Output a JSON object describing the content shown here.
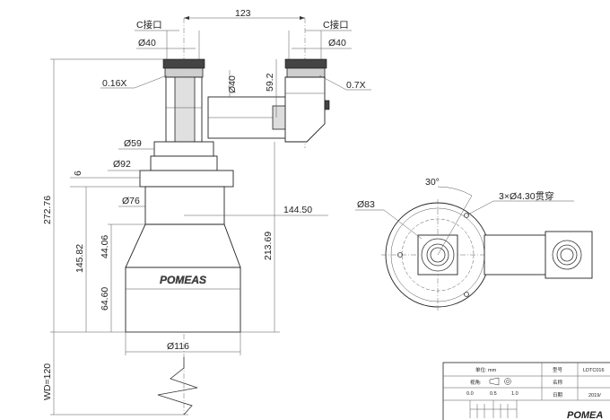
{
  "top_dims": {
    "spacing": "123",
    "port_left": "C接口",
    "port_right": "C接口",
    "dia_left": "Ø40",
    "dia_right": "Ø40",
    "mag_left": "0.16X",
    "mag_right": "0.7X",
    "dia_tube": "Ø40",
    "offset": "59.2"
  },
  "body_dims": {
    "d59": "Ø59",
    "d92": "Ø92",
    "d76": "Ø76",
    "d116": "Ø116",
    "six": "6",
    "side_offset": "144.50",
    "total_h": "272.76",
    "h145": "145.82",
    "h44": "44.06",
    "h64": "64.60",
    "h213": "213.69",
    "wd": "WD=120"
  },
  "brand": "POMEAS",
  "side_view": {
    "angle": "30°",
    "holes": "3×Ø4.30贯穿",
    "d83": "Ø83"
  },
  "title_block": {
    "unit_label": "单位: mm",
    "view_label": "视角:",
    "model_label": "型号",
    "model_value": "LDTC016",
    "name_label": "名称",
    "date_label": "日期",
    "date_value": "2019/",
    "scale_marks": [
      "0.0",
      "0.5",
      "1.0"
    ],
    "logo": "POMEA"
  }
}
